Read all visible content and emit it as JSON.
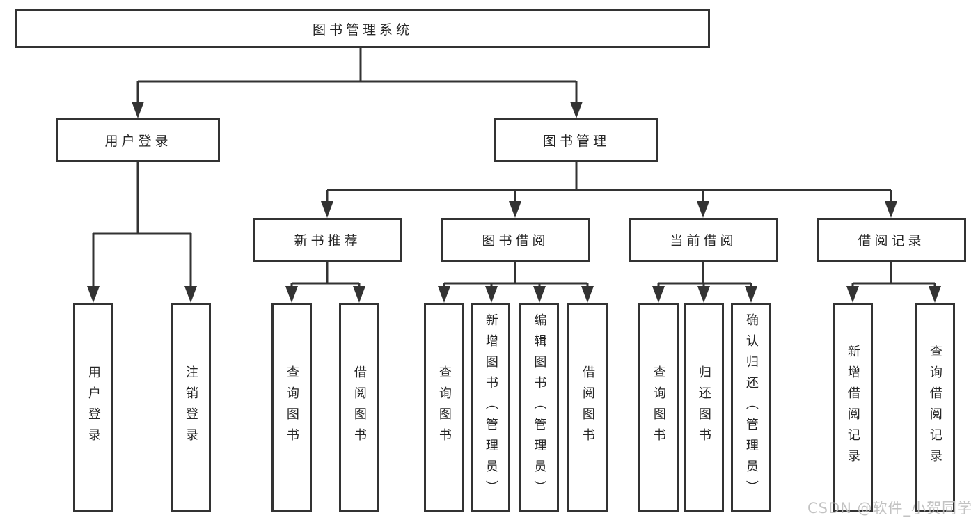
{
  "diagram": {
    "root": {
      "label": "图书管理系统"
    },
    "level2": [
      {
        "label": "用户登录",
        "parent": "图书管理系统"
      },
      {
        "label": "图书管理",
        "parent": "图书管理系统"
      }
    ],
    "level3": [
      {
        "label": "新书推荐",
        "parent": "图书管理"
      },
      {
        "label": "图书借阅",
        "parent": "图书管理"
      },
      {
        "label": "当前借阅",
        "parent": "图书管理"
      },
      {
        "label": "借阅记录",
        "parent": "图书管理"
      }
    ],
    "leaves": [
      {
        "label": "用户登录",
        "parent": "用户登录"
      },
      {
        "label": "注销登录",
        "parent": "用户登录"
      },
      {
        "label": "查询图书",
        "parent": "新书推荐"
      },
      {
        "label": "借阅图书",
        "parent": "新书推荐"
      },
      {
        "label": "查询图书",
        "parent": "图书借阅"
      },
      {
        "label": "新增图书（管理员）",
        "parent": "图书借阅"
      },
      {
        "label": "编辑图书（管理员）",
        "parent": "图书借阅"
      },
      {
        "label": "借阅图书",
        "parent": "图书借阅"
      },
      {
        "label": "查询图书",
        "parent": "当前借阅"
      },
      {
        "label": "归还图书",
        "parent": "当前借阅"
      },
      {
        "label": "确认归还（管理员）",
        "parent": "当前借阅"
      },
      {
        "label": "新增借阅记录",
        "parent": "借阅记录"
      },
      {
        "label": "查询借阅记录",
        "parent": "借阅记录"
      }
    ],
    "colors": {
      "line": "#333333",
      "text": "#262626",
      "background": "#ffffff",
      "watermark": "#bcbcbc"
    },
    "watermark": "CSDN @软件_小贺同学"
  }
}
